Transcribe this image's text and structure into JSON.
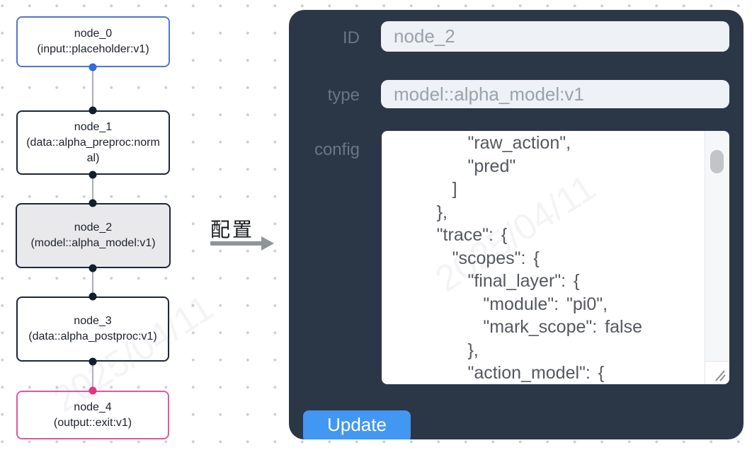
{
  "canvas": {
    "nodes": [
      {
        "title": "node_0",
        "subtitle": "(input::placeholder:v1)"
      },
      {
        "title": "node_1",
        "subtitle": "(data::alpha_preproc:normal)"
      },
      {
        "title": "node_2",
        "subtitle": "(model::alpha_model:v1)"
      },
      {
        "title": "node_3",
        "subtitle": "(data::alpha_postproc:v1)"
      },
      {
        "title": "node_4",
        "subtitle": "(output::exit:v1)"
      }
    ]
  },
  "annotation": {
    "label": "配置"
  },
  "panel": {
    "id_field": {
      "label": "ID",
      "value": "node_2"
    },
    "type_field": {
      "label": "type",
      "value": "model::alpha_model:v1"
    },
    "config_field": {
      "label": "config",
      "value": "          \"raw_action\",\n          \"pred\"\n        ]\n      },\n      \"trace\": {\n        \"scopes\": {\n          \"final_layer\": {\n            \"module\": \"pi0\",\n            \"mark_scope\": false\n          },\n          \"action_model\": {"
    },
    "update_button": {
      "label": "Update"
    }
  },
  "watermark": {
    "text": "2025/04/11"
  },
  "colors": {
    "panel_bg": "#2b3647",
    "button_blue": "#4297f2",
    "input_node_border": "#4f76cf",
    "output_node_border": "#e0589b",
    "default_node_border": "#1e2636",
    "selected_node_bg": "#e9e9ec",
    "port_blue": "#2e6ce0",
    "port_pink": "#ee2f7e",
    "port_dark": "#131d2c",
    "edge_gray": "#a9aeb6"
  }
}
